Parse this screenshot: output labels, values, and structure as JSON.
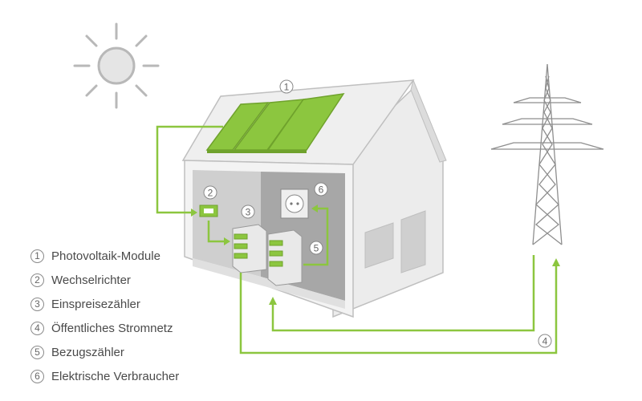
{
  "legend": [
    {
      "num": "1",
      "label": "Photovoltaik-Module"
    },
    {
      "num": "2",
      "label": "Wechselrichter"
    },
    {
      "num": "3",
      "label": "Einspreisezähler"
    },
    {
      "num": "4",
      "label": "Öffentliches Stromnetz"
    },
    {
      "num": "5",
      "label": "Bezugszähler"
    },
    {
      "num": "6",
      "label": "Elektrische Verbraucher"
    }
  ],
  "markers": {
    "m1": "1",
    "m2": "2",
    "m3": "3",
    "m4": "4",
    "m5": "5",
    "m6": "6"
  },
  "colors": {
    "accent": "#8cc63f",
    "accent_dark": "#6fa22c",
    "wall": "#e8e8e8",
    "outline": "#bbbbbb",
    "interior": "#9a9a9a",
    "sun": "#b5b5b5"
  }
}
